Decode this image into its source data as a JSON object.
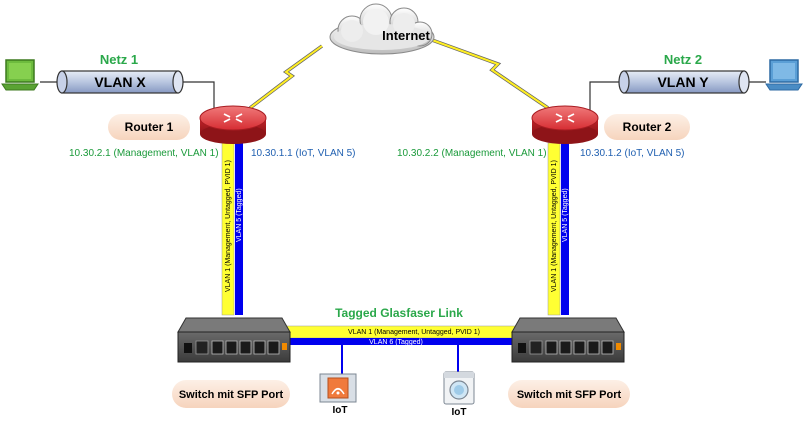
{
  "internet": {
    "label": "Internet"
  },
  "net1": {
    "title": "Netz 1",
    "vlan": "VLAN X"
  },
  "net2": {
    "title": "Netz 2",
    "vlan": "VLAN Y"
  },
  "router1": {
    "label": "Router 1",
    "ip_mgmt": "10.30.2.1 (Management, VLAN 1)",
    "ip_iot": "10.30.1.1 (IoT, VLAN 5)",
    "uplink_yellow": "VLAN 1 (Management, Untagged, PVID 1)",
    "uplink_blue": "VLAN 5 (Tagged)"
  },
  "router2": {
    "label": "Router 2",
    "ip_mgmt": "10.30.2.2 (Management, VLAN 1)",
    "ip_iot": "10.30.1.2 (IoT, VLAN 5)",
    "uplink_yellow": "VLAN 1 (Management, Untagged, PVID 1)",
    "uplink_blue": "VLAN 5 (Tagged)"
  },
  "link": {
    "title": "Tagged Glasfaser Link",
    "yellow_label": "VLAN 1 (Management, Untagged, PVID 1)",
    "blue_label": "VLAN 6 (Tagged)"
  },
  "switch1": {
    "label": "Switch mit SFP Port"
  },
  "switch2": {
    "label": "Switch mit SFP Port"
  },
  "iot1": {
    "label": "IoT",
    "icon": "iot-sensor-icon"
  },
  "iot2": {
    "label": "IoT",
    "icon": "washing-machine-icon"
  },
  "colors": {
    "vlan1": "#ffff33",
    "vlan5": "#0000ee",
    "router": "#d9323a",
    "pill": "#fbe3d2",
    "green": "#2aa84a",
    "blue_text": "#1f5fb0"
  }
}
